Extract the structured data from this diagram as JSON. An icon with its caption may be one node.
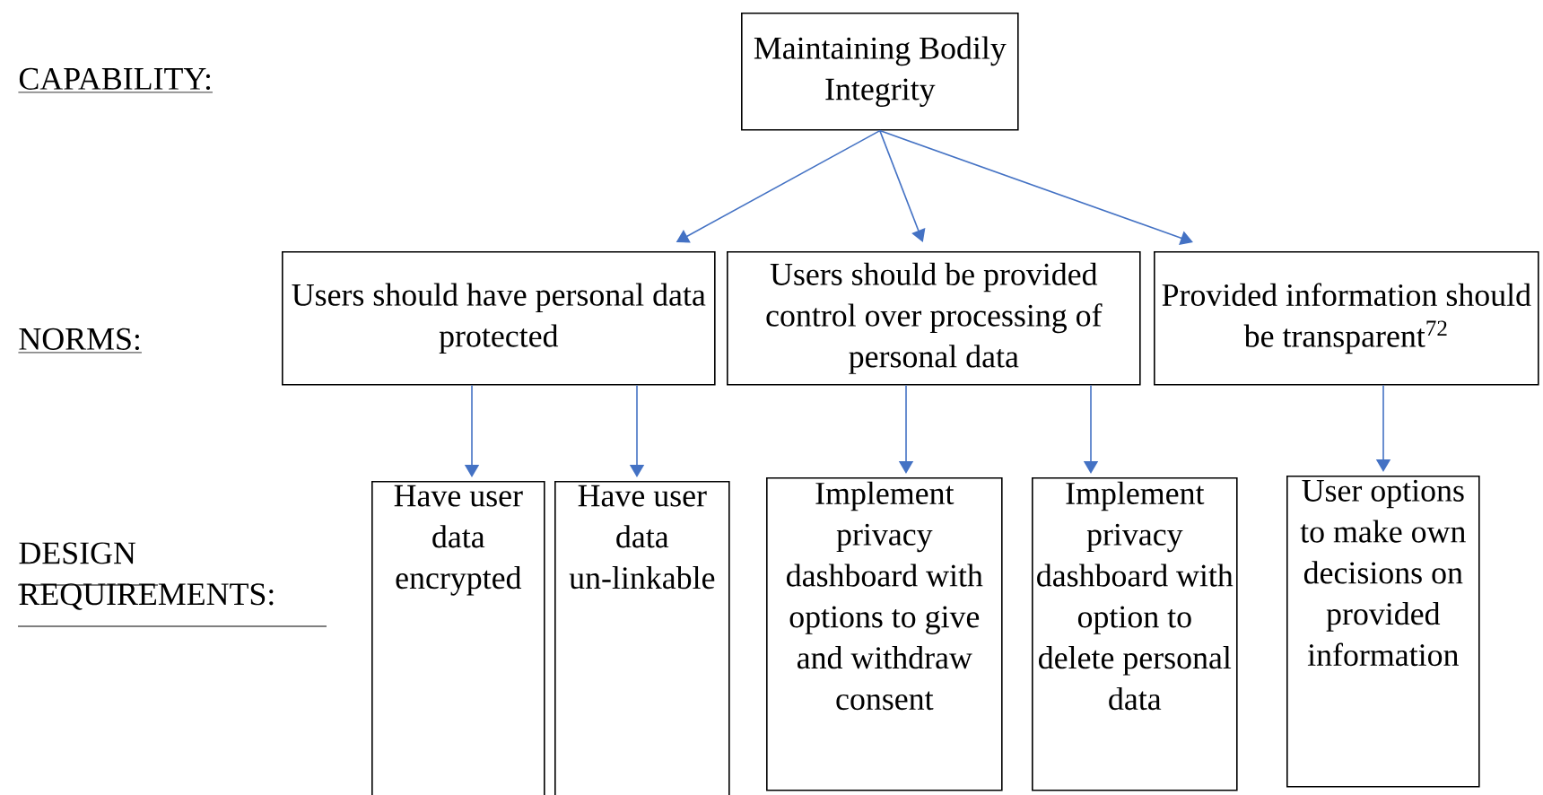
{
  "diagram": {
    "nodes": [
      {
        "text": [
          "Maintaining Bodily Integrity"
        ]
      },
      {
        "text": [
          "Users should have personal data protected"
        ]
      },
      {
        "text": [
          "Users should be provided control over processing of personal data"
        ]
      },
      {
        "text": [
          "Provided information should be transparent$^{72}$"
        ]
      },
      {
        "text": [
          "Have user data encrypted"
        ]
      },
      {
        "text": [
          "Have user data un-linkable"
        ]
      },
      {
        "text": [
          "Implement privacy dashboard with options to give and withdraw consent"
        ]
      },
      {
        "text": [
          "Implement privacy dashboard with option to delete personal data"
        ]
      },
      {
        "text": [
          "User options to make own decisions on provided information"
        ]
      }
    ],
    "edges": [
      {
        "from": 0,
        "to": 1,
        "arrow": "to"
      },
      {
        "from": 0,
        "to": 2,
        "arrow": "to"
      },
      {
        "from": 0,
        "to": 3,
        "arrow": "to"
      },
      {
        "from": 1,
        "to": 4,
        "arrow": "to"
      },
      {
        "from": 1,
        "to": 5,
        "arrow": "to"
      },
      {
        "from": 2,
        "to": 6,
        "arrow": "to"
      },
      {
        "from": 2,
        "to": 7,
        "arrow": "to"
      },
      {
        "from": 3,
        "to": 8,
        "arrow": "to"
      }
    ],
    "labels": [
      "CAPABILITY:",
      "NORMS:",
      "DESIGN REQUIREMENTS:"
    ]
  }
}
